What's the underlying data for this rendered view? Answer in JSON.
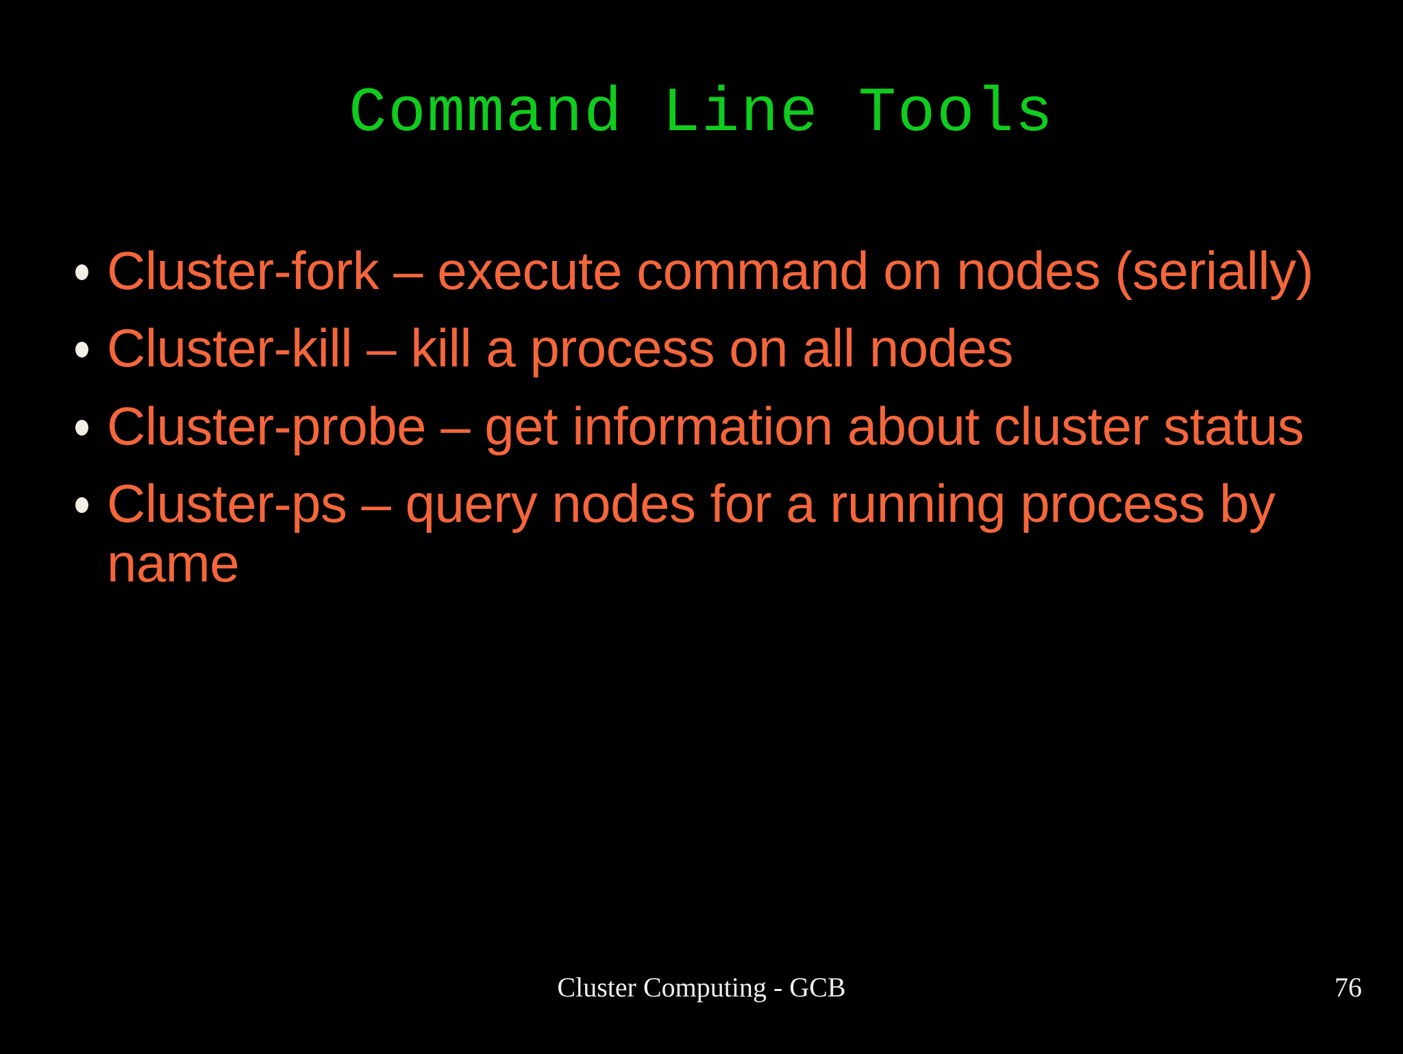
{
  "slide": {
    "background_color": "#000000",
    "title": "Command Line Tools",
    "title_color": "#10CC1E",
    "body_color": "#F4663B",
    "bullet_marker_color": "#F3EEE6",
    "footer_color": "#F2F0EC",
    "bullet_glyph": "filled-circle",
    "bullets": [
      {
        "text": "Cluster-fork – execute command on nodes (serially)"
      },
      {
        "text": "Cluster-kill – kill a process on all nodes"
      },
      {
        "text": "Cluster-probe – get information about cluster status"
      },
      {
        "text": "Cluster-ps – query nodes for a running process by name"
      }
    ],
    "footer": {
      "center_text": "Cluster Computing - GCB",
      "page_number": "76"
    }
  }
}
